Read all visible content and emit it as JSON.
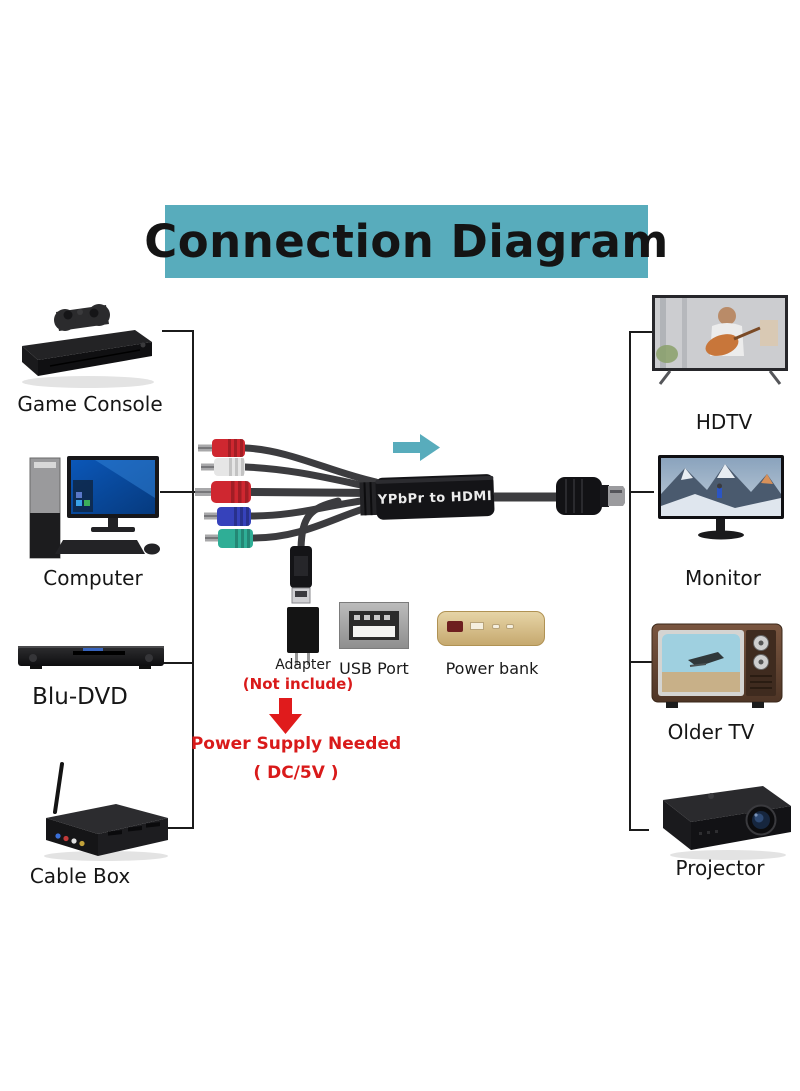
{
  "title": "Connection Diagram",
  "colors": {
    "accent_teal": "#58acbc",
    "warning_red": "#d91a1a",
    "rca_red": "#cf2730",
    "rca_white": "#e6e6e6",
    "rca_blue": "#3642bb",
    "rca_green": "#2fae96",
    "cable_gray": "#3c3c3f"
  },
  "sources": [
    {
      "id": "game-console",
      "label": "Game Console"
    },
    {
      "id": "computer",
      "label": "Computer"
    },
    {
      "id": "blu-dvd",
      "label": "Blu-DVD"
    },
    {
      "id": "cable-box",
      "label": "Cable Box"
    }
  ],
  "outputs": [
    {
      "id": "hdtv",
      "label": "HDTV"
    },
    {
      "id": "monitor",
      "label": "Monitor"
    },
    {
      "id": "older-tv",
      "label": "Older TV"
    },
    {
      "id": "projector",
      "label": "Projector"
    }
  ],
  "converter": {
    "label": "YPbPr to HDMI"
  },
  "power": {
    "adapter_label": "Adapter",
    "adapter_note": "(Not include)",
    "usb_port_label": "USB Port",
    "power_bank_label": "Power bank",
    "warning_line1": "Power Supply Needed",
    "warning_line2": "( DC/5V )"
  }
}
